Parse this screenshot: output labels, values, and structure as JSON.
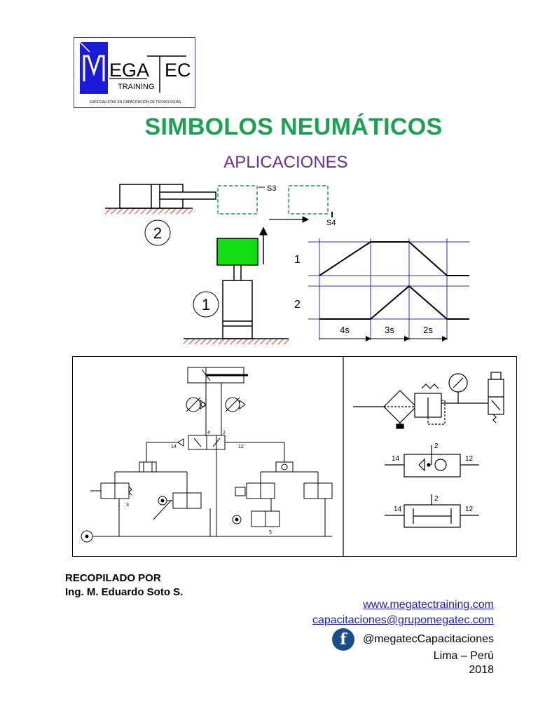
{
  "logo": {
    "brand_left": "EGA",
    "brand_right": "EC",
    "tagline": "TRAINING",
    "slogan": "ESPECIALISTAS EN CAPACITACIÓN DE TECNOLOGÍAS"
  },
  "header": {
    "title": "SIMBOLOS NEUMÁTICOS",
    "subtitle": "APLICACIONES"
  },
  "top_diagram": {
    "sensor_s3": "S3",
    "sensor_s4": "S4",
    "cylinder_1_label": "1",
    "cylinder_2_label": "2",
    "graph_row_1": "1",
    "graph_row_2": "2",
    "time_1": "4s",
    "time_2": "3s",
    "time_3": "2s"
  },
  "circuit": {
    "port_14": "14",
    "port_12": "12",
    "port_2": "2",
    "port_4": "4",
    "port_1": "1",
    "port_3": "3",
    "port_5": "5"
  },
  "footer": {
    "credit_line1": "RECOPILADO POR",
    "credit_line2": "Ing. M. Eduardo Soto S.",
    "website": "www.megatectraining.com",
    "email": "capacitaciones@grupomegatec.com",
    "facebook_handle": "@megatecCapacitaciones",
    "facebook_letter": "f",
    "city": "Lima – Perú",
    "year": "2018"
  }
}
